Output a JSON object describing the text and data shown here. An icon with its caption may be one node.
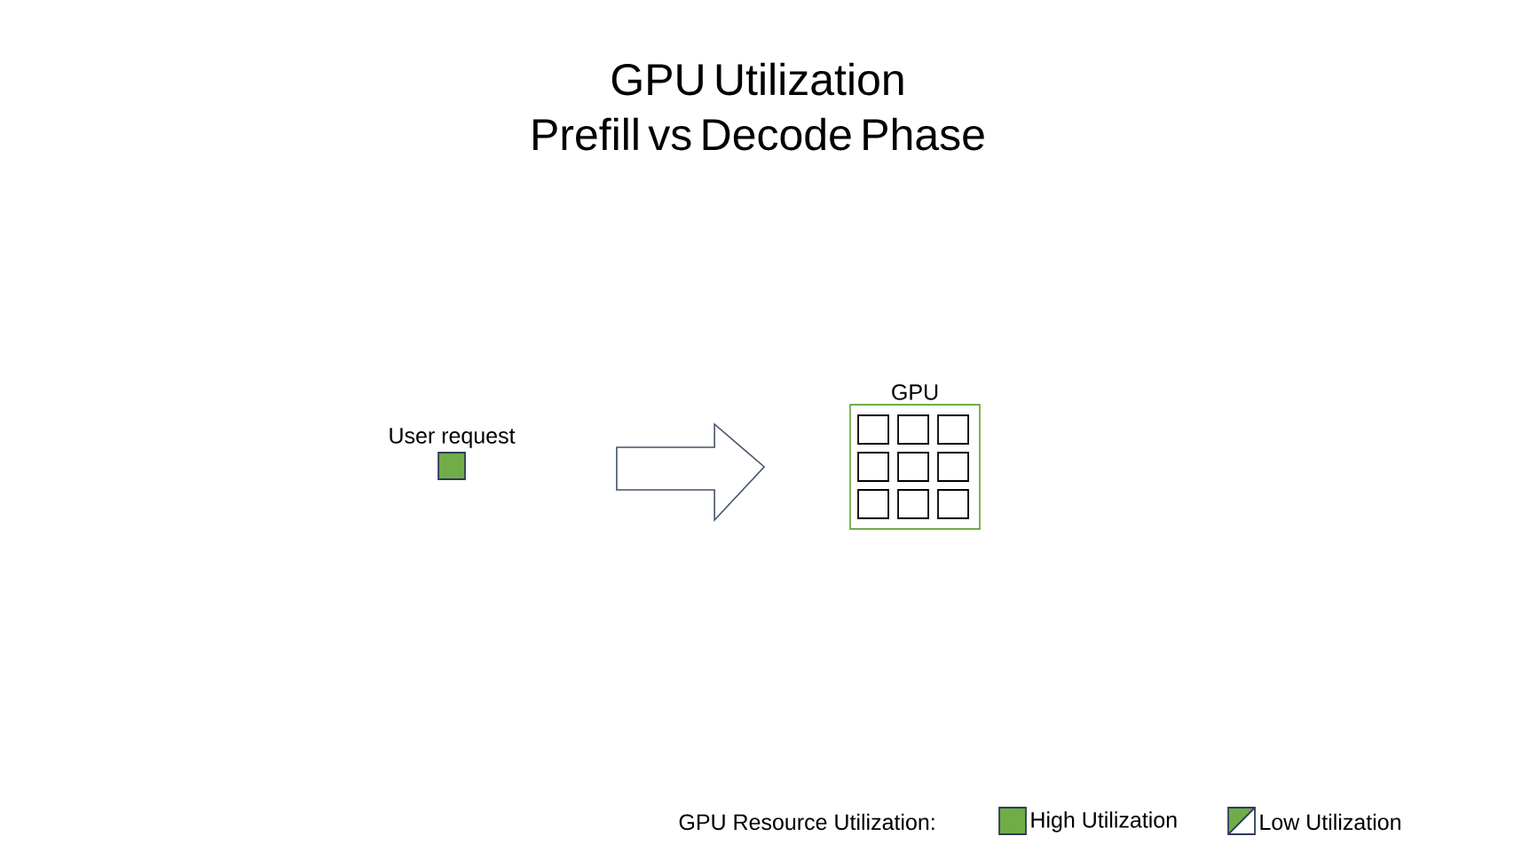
{
  "diagram": {
    "title": "GPU Utilization Prefill vs Decode Phase",
    "nodes": [
      {
        "text": [
          "User request"
        ]
      },
      {
        "text": [
          "GPU"
        ]
      },
      {
        "text": [],
        "shape": "box",
        "in": 1
      },
      {
        "text": [],
        "shape": "box",
        "in": 1
      },
      {
        "text": [],
        "shape": "box",
        "in": 1
      },
      {
        "text": [],
        "shape": "box",
        "in": 1
      },
      {
        "text": [],
        "shape": "box",
        "in": 1
      },
      {
        "text": [],
        "shape": "box",
        "in": 1
      },
      {
        "text": [],
        "shape": "box",
        "in": 1
      },
      {
        "text": [],
        "shape": "box",
        "in": 1
      },
      {
        "text": [],
        "shape": "box",
        "in": 1
      }
    ],
    "edges": [
      {
        "from": 0,
        "to": 1,
        "arrow": "to"
      }
    ],
    "labels": [
      "GPU Resource Utilization:"
    ],
    "legend": [
      {
        "text": "High Utilization",
        "color": "#70ad47"
      },
      {
        "text": "Low Utilization"
      }
    ]
  }
}
